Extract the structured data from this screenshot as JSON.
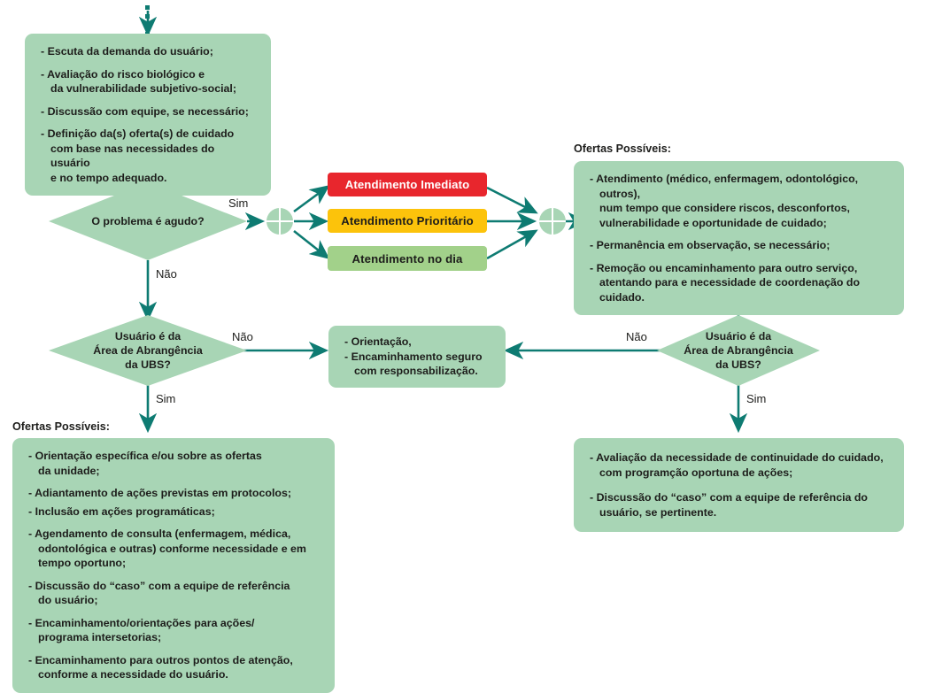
{
  "diagram": {
    "title": "Fluxograma de acolhimento e ofertas de cuidado na UBS",
    "colors": {
      "green_box": "#a8d5b5",
      "arrow": "#0e7b72",
      "immediate": "#e8262d",
      "priority": "#fcc30b",
      "same_day": "#a2d18a",
      "text": "#1d1d1b",
      "background": "#ffffff"
    }
  },
  "top_flow": {
    "ellipsis": "continuação do fluxo acima",
    "intake_box": {
      "items": [
        "- Escuta da demanda do usuário;",
        "- Avaliação do risco biológico e\nda vulnerabilidade subjetivo-social;",
        "- Discussão com equipe, se necessário;",
        "- Definição da(s) oferta(s) de cuidado\ncom base nas necessidades do usuário\ne no tempo adequado."
      ]
    }
  },
  "decisions": {
    "acute": {
      "label": "O problema é agudo?",
      "yes": "Sim",
      "no": "Não"
    },
    "coverage_left": {
      "label": "Usuário é da\nÁrea de Abrangência\nda UBS?",
      "yes": "Sim",
      "no": "Não"
    },
    "coverage_right": {
      "label": "Usuário é da\nÁrea de Abrangência\nda UBS?",
      "yes": "Sim",
      "no": "Não"
    }
  },
  "care_chips": [
    {
      "label": "Atendimento Imediato",
      "style": "chip-red"
    },
    {
      "label": "Atendimento Prioritário",
      "style": "chip-yellow"
    },
    {
      "label": "Atendimento no dia",
      "style": "chip-green"
    }
  ],
  "offers_acute": {
    "caption": "Ofertas Possíveis:",
    "items": [
      "- Atendimento (médico, enfermagem, odontológico, outros),\nnum tempo que considere riscos, desconfortos,\nvulnerabilidade e oportunidade de cuidado;",
      "- Permanência em observação, se necessário;",
      "- Remoção ou encaminhamento para outro serviço,\natentando para e necessidade de coordenação do cuidado."
    ]
  },
  "referral_box": {
    "items": [
      "- Orientação,",
      "- Encaminhamento seguro\ncom responsabilização."
    ]
  },
  "offers_unit": {
    "caption": "Ofertas Possíveis:",
    "items": [
      "- Orientação específica e/ou sobre as ofertas\nda unidade;",
      "- Adiantamento de ações previstas em protocolos;",
      "- Inclusão em ações programáticas;",
      "- Agendamento de consulta (enfermagem, médica,\nodontológica e outras) conforme necessidade e em\ntempo oportuno;",
      "- Discussão do “caso” com a equipe de referência\ndo usuário;",
      "- Encaminhamento/orientações para ações/\nprograma intersetorias;",
      "- Encaminhamento para outros pontos de atenção,\nconforme a necessidade do usuário."
    ]
  },
  "continuity_box": {
    "items": [
      "- Avaliação da necessidade de continuidade do cuidado,\ncom programção oportuna de ações;",
      "- Discussão do “caso” com a equipe de referência do\nusuário, se pertinente."
    ]
  }
}
